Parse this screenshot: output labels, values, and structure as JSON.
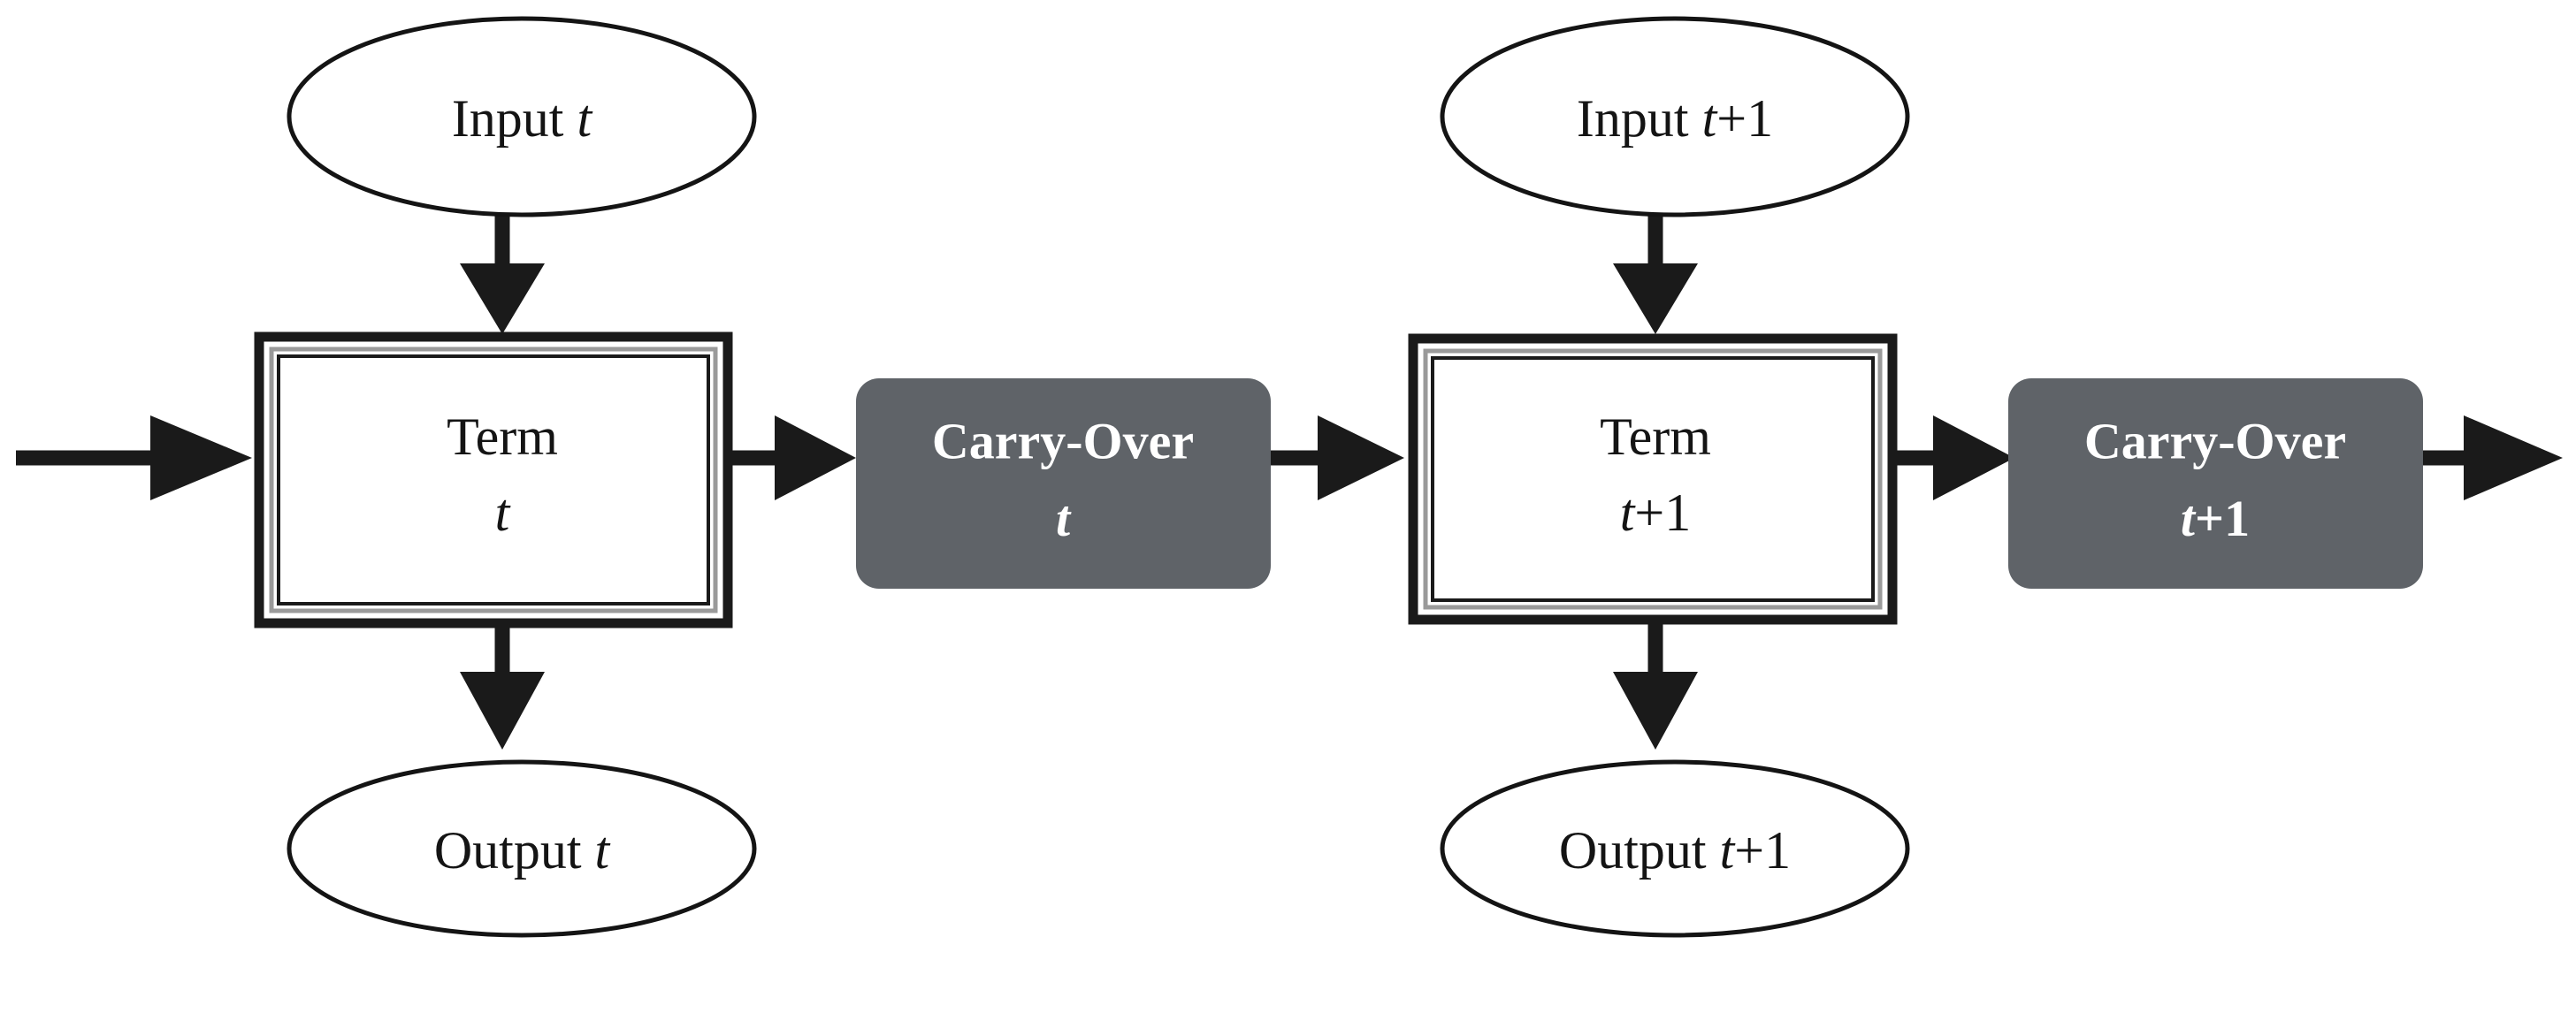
{
  "diagram": {
    "title": "Term and Carry-Over sequence diagram",
    "colors": {
      "background": "#ffffff",
      "stroke": "#1a1a1a",
      "carry_fill": "#5f6368",
      "carry_text": "#ffffff",
      "box_inner_border": "#9a9a9a"
    },
    "nodes": {
      "input_t": {
        "kind": "ellipse",
        "word": "Input",
        "var": "t",
        "suffix": ""
      },
      "input_t1": {
        "kind": "ellipse",
        "word": "Input",
        "var": "t",
        "suffix": "+1"
      },
      "output_t": {
        "kind": "ellipse",
        "word": "Output",
        "var": "t",
        "suffix": ""
      },
      "output_t1": {
        "kind": "ellipse",
        "word": "Output",
        "var": "t",
        "suffix": "+1"
      },
      "term_t": {
        "kind": "process",
        "word": "Term",
        "var": "t",
        "suffix": ""
      },
      "term_t1": {
        "kind": "process",
        "word": "Term",
        "var": "t",
        "suffix": "+1"
      },
      "carry_t": {
        "kind": "carry",
        "word": "Carry-Over",
        "var": "t",
        "suffix": ""
      },
      "carry_t1": {
        "kind": "carry",
        "word": "Carry-Over",
        "var": "t",
        "suffix": "+1"
      }
    },
    "edges": [
      {
        "name": "entry-to-term-t",
        "from": "left-edge",
        "to": "term_t",
        "direction": "right"
      },
      {
        "name": "input-t-to-term-t",
        "from": "input_t",
        "to": "term_t",
        "direction": "down"
      },
      {
        "name": "term-t-to-output-t",
        "from": "term_t",
        "to": "output_t",
        "direction": "down"
      },
      {
        "name": "term-t-to-carry-t",
        "from": "term_t",
        "to": "carry_t",
        "direction": "right"
      },
      {
        "name": "carry-t-to-term-t1",
        "from": "carry_t",
        "to": "term_t1",
        "direction": "right"
      },
      {
        "name": "input-t1-to-term-t1",
        "from": "input_t1",
        "to": "term_t1",
        "direction": "down"
      },
      {
        "name": "term-t1-to-output-t1",
        "from": "term_t1",
        "to": "output_t1",
        "direction": "down"
      },
      {
        "name": "term-t1-to-carry-t1",
        "from": "term_t1",
        "to": "carry_t1",
        "direction": "right"
      },
      {
        "name": "carry-t1-to-exit",
        "from": "carry_t1",
        "to": "right-edge",
        "direction": "right"
      }
    ]
  }
}
